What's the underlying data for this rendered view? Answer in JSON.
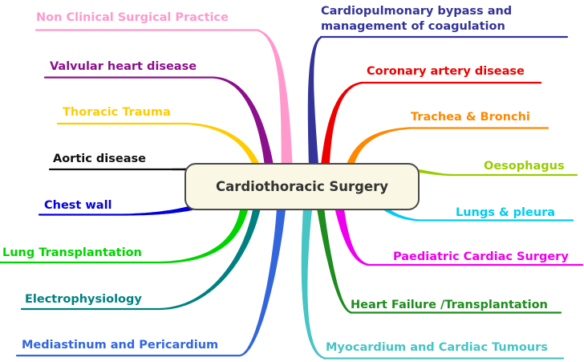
{
  "title": {
    "label": "Cardiothoracic Surgery",
    "bg_color": "#FAF8E4",
    "border_color": "#4A4A4A",
    "text_color": "#333333"
  },
  "canvas": {
    "bg_color": "#FFFFFF"
  },
  "branches": [
    {
      "id": "non-clinical-surgical-practice",
      "label": "Non Clinical Surgical Practice",
      "color": "#FF99CC",
      "side": "left"
    },
    {
      "id": "valvular-heart-disease",
      "label": "Valvular heart disease",
      "color": "#8B108B",
      "side": "left"
    },
    {
      "id": "thoracic-trauma",
      "label": "Thoracic Trauma",
      "color": "#FFCC00",
      "side": "left"
    },
    {
      "id": "aortic-disease",
      "label": "Aortic disease",
      "color": "#111111",
      "side": "left"
    },
    {
      "id": "chest-wall",
      "label": "Chest wall",
      "color": "#0000DD",
      "side": "left"
    },
    {
      "id": "lung-transplantation",
      "label": "Lung Transplantation",
      "color": "#00D400",
      "side": "left"
    },
    {
      "id": "electrophysiology",
      "label": "Electrophysiology",
      "color": "#008080",
      "side": "left"
    },
    {
      "id": "mediastinum-and-pericardium",
      "label": "Mediastinum and Pericardium",
      "color": "#3366DD",
      "side": "left"
    },
    {
      "id": "cardiopulmonary-bypass",
      "label": "Cardiopulmonary bypass and\nmanagement of coagulation",
      "color": "#333399",
      "side": "right"
    },
    {
      "id": "coronary-artery-disease",
      "label": "Coronary artery disease",
      "color": "#EE0000",
      "side": "right"
    },
    {
      "id": "trachea-bronchi",
      "label": "Trachea & Bronchi",
      "color": "#FF8800",
      "side": "right"
    },
    {
      "id": "oesophagus",
      "label": "Oesophagus",
      "color": "#99CC00",
      "side": "right"
    },
    {
      "id": "lungs-pleura",
      "label": "Lungs & pleura",
      "color": "#00CCF0",
      "side": "right"
    },
    {
      "id": "paediatric-cardiac-surgery",
      "label": "Paediatric Cardiac Surgery",
      "color": "#EE00EE",
      "side": "right"
    },
    {
      "id": "heart-failure-transplantation",
      "label": "Heart Failure /Transplantation",
      "color": "#1E8C1E",
      "side": "right"
    },
    {
      "id": "myocardium-cardiac-tumours",
      "label": "Myocardium and Cardiac Tumours",
      "color": "#47C4C4",
      "side": "right"
    }
  ]
}
